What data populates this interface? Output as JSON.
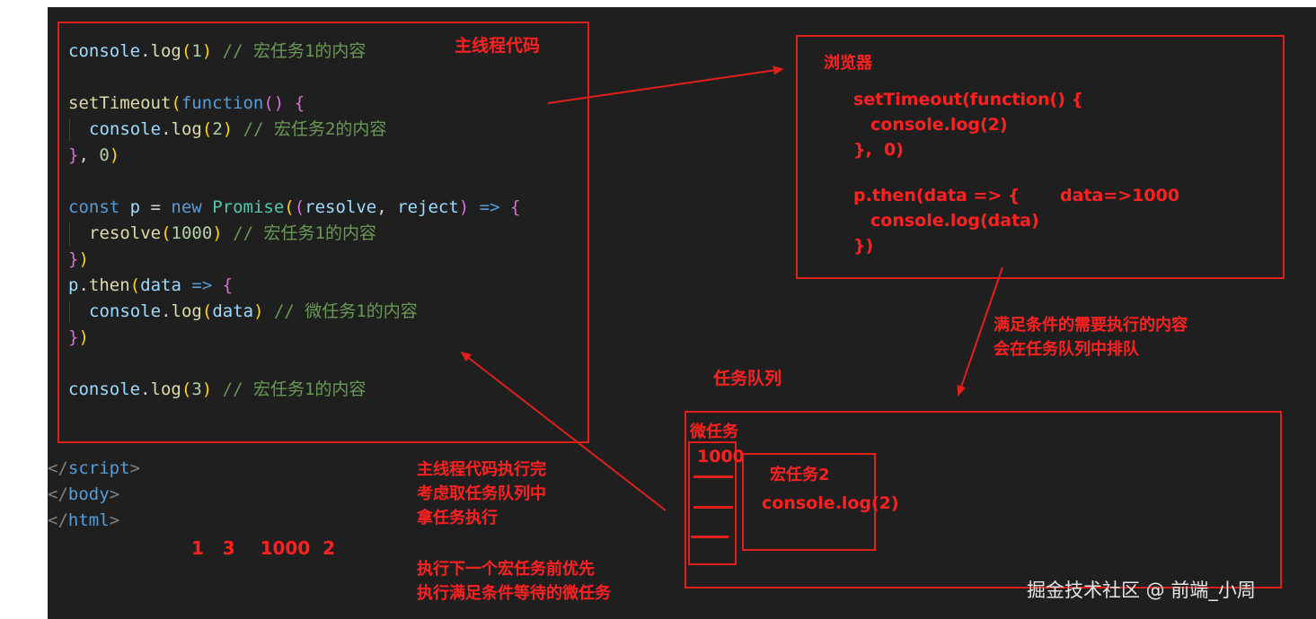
{
  "code": {
    "line1": {
      "a": "console",
      "b": ".",
      "c": "log",
      "d": "(",
      "e": "1",
      "f": ")",
      "g": " // 宏任务1的内容"
    },
    "line2": {
      "a": "setTimeout",
      "b": "(",
      "c": "function",
      "d": "()",
      "e": " {"
    },
    "line3": {
      "a": "console",
      "b": ".",
      "c": "log",
      "d": "(",
      "e": "2",
      "f": ")",
      "g": " // 宏任务2的内容"
    },
    "line4": {
      "a": "}",
      "b": ", ",
      "c": "0",
      "d": ")"
    },
    "line5": {
      "a": "const",
      "b": " p ",
      "c": "= ",
      "d": "new",
      "e": " Promise",
      "f": "(",
      "g": "(",
      "h": "resolve",
      "i": ", ",
      "j": "reject",
      "k": ")",
      "l": " => ",
      "m": "{"
    },
    "line6": {
      "a": "resolve",
      "b": "(",
      "c": "1000",
      "d": ")",
      "e": " // 宏任务1的内容"
    },
    "line7": {
      "a": "}",
      "b": ")"
    },
    "line8": {
      "a": "p",
      "b": ".",
      "c": "then",
      "d": "(",
      "e": "data",
      "f": " => ",
      "g": "{"
    },
    "line9": {
      "a": "console",
      "b": ".",
      "c": "log",
      "d": "(",
      "e": "data",
      "f": ")",
      "g": " // 微任务1的内容"
    },
    "line10": {
      "a": "}",
      "b": ")"
    },
    "line11": {
      "a": "console",
      "b": ".",
      "c": "log",
      "d": "(",
      "e": "3",
      "f": ")",
      "g": " // 宏任务1的内容"
    },
    "tag1": {
      "a": "</",
      "b": "script",
      "c": ">"
    },
    "tag2": {
      "a": "</",
      "b": "body",
      "c": ">"
    },
    "tag3": {
      "a": "</",
      "b": "html",
      "c": ">"
    }
  },
  "labels": {
    "main_thread": "主线程代码",
    "browser": "浏览器",
    "browser_l1": "setTimeout(function() {",
    "browser_l2": "console.log(2)",
    "browser_l3": "},  0)",
    "browser_l4": "p.then(data => {",
    "browser_l5": "console.log(data)",
    "browser_l6": "})",
    "data_value": "data=>1000",
    "queue_note_1": "满足条件的需要执行的内容",
    "queue_note_2": "会在任务队列中排队",
    "task_queue": "任务队列",
    "micro_task": "微任务",
    "micro_value": "1000",
    "macro_task": "宏任务2",
    "macro_content": "console.log(2)",
    "exec_note_1": "主线程代码执行完",
    "exec_note_2": "考虑取任务队列中",
    "exec_note_3": "拿任务执行",
    "exec_note_4": "执行下一个宏任务前优先",
    "exec_note_5": "执行满足条件等待的微任务",
    "output": "1   3    1000  2"
  },
  "watermark": "掘金技术社区 @ 前端_小周",
  "colors": {
    "accent": "#e0201c",
    "background": "#1f1f1f"
  }
}
